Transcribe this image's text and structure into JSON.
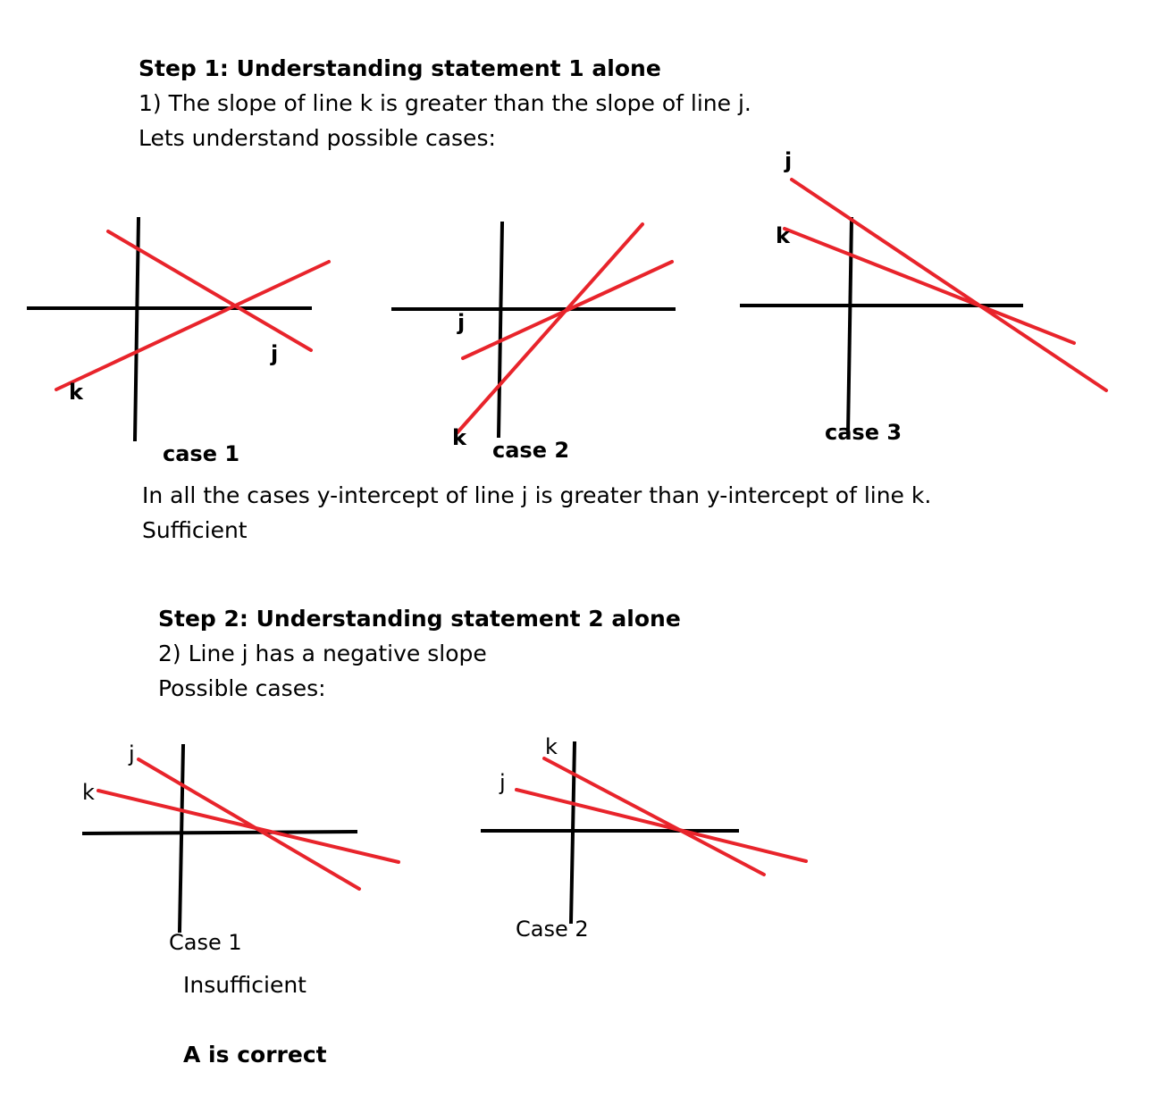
{
  "step1": {
    "heading": "Step 1: Understanding statement 1 alone",
    "statement": "1) The slope of line k is greater than the slope of line j.",
    "intro": "Lets understand possible cases:",
    "conclusion": "In all the cases y-intercept of line j is greater than y-intercept of line k.",
    "verdict": "Sufficient",
    "case1": {
      "caption": "case 1",
      "label_j": "j",
      "label_k": "k"
    },
    "case2": {
      "caption": "case 2",
      "label_j": "j",
      "label_k": "k"
    },
    "case3": {
      "caption": "case 3",
      "label_j": "j",
      "label_k": "k"
    }
  },
  "step2": {
    "heading": "Step 2: Understanding statement 2 alone",
    "statement": "2) Line j has a negative slope",
    "intro": "Possible cases:",
    "case1": {
      "caption": "Case 1",
      "label_j": "j",
      "label_k": "k"
    },
    "case2": {
      "caption": "Case 2",
      "label_j": "j",
      "label_k": "k"
    },
    "verdict": "Insufficient"
  },
  "answer": "A is correct",
  "colors": {
    "line": "#e8242b",
    "axis": "#000000"
  }
}
